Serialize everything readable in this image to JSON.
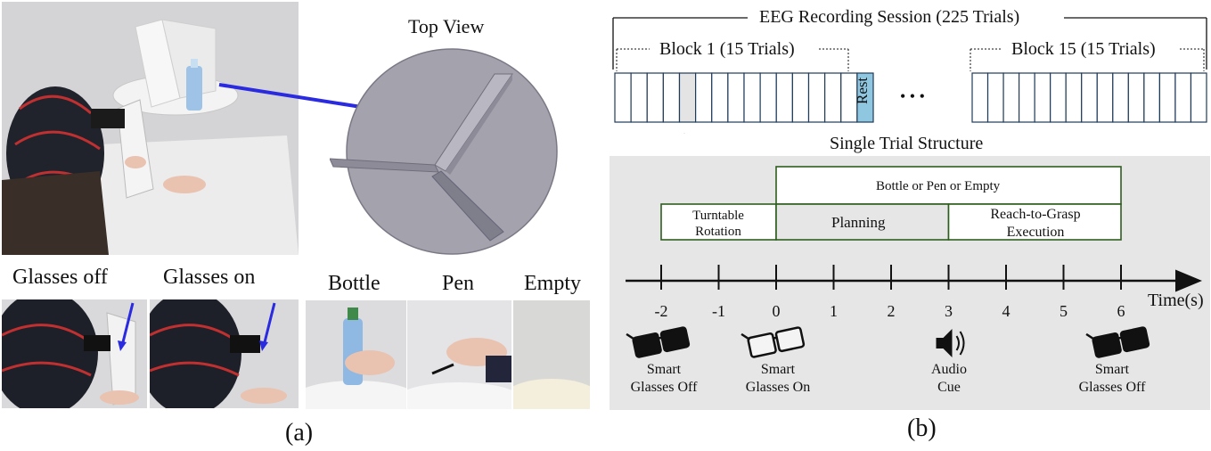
{
  "panel_a": {
    "caption": "(a)",
    "top_view_label": "Top View",
    "glasses_off_label": "Glasses off",
    "glasses_on_label": "Glasses on",
    "object_labels": [
      "Bottle",
      "Pen",
      "Empty"
    ]
  },
  "panel_b": {
    "caption": "(b)",
    "session_label": "EEG Recording Session (225 Trials)",
    "block_first_label": "Block 1 (15 Trials)",
    "block_last_label": "Block 15 (15 Trials)",
    "rest_label": "Rest",
    "ellipsis": "• • •",
    "trial_structure_label": "Single Trial Structure",
    "object_row_label": "Bottle or Pen or Empty",
    "phases": [
      {
        "label_line1": "Turntable",
        "label_line2": "Rotation",
        "start": -2,
        "end": 0
      },
      {
        "label_line1": "Planning",
        "label_line2": "",
        "start": 0,
        "end": 3
      },
      {
        "label_line1": "Reach-to-Grasp",
        "label_line2": "Execution",
        "start": 3,
        "end": 6
      }
    ],
    "object_span": {
      "start": 0,
      "end": 6
    },
    "axis": {
      "ticks": [
        -2,
        -1,
        0,
        1,
        2,
        3,
        4,
        5,
        6
      ],
      "tick_labels": [
        "-2",
        "-1",
        "0",
        "1",
        "2",
        "3",
        "4",
        "5",
        "6"
      ],
      "unit_label": "Time(s)"
    },
    "events": [
      {
        "time": -2,
        "icon": "dark-glasses-icon",
        "line1": "Smart",
        "line2": "Glasses Off"
      },
      {
        "time": 0,
        "icon": "clear-glasses-icon",
        "line1": "Smart",
        "line2": "Glasses On"
      },
      {
        "time": 3,
        "icon": "speaker-icon",
        "line1": "Audio",
        "line2": "Cue"
      },
      {
        "time": 6,
        "icon": "dark-glasses-icon",
        "line1": "Smart",
        "line2": "Glasses Off"
      }
    ],
    "colors": {
      "phase_border": "#2e5e1e",
      "rest_fill": "#8fc7e0",
      "trial_border": "#1f3b5a",
      "panel_bg": "#e6e6e6"
    }
  }
}
